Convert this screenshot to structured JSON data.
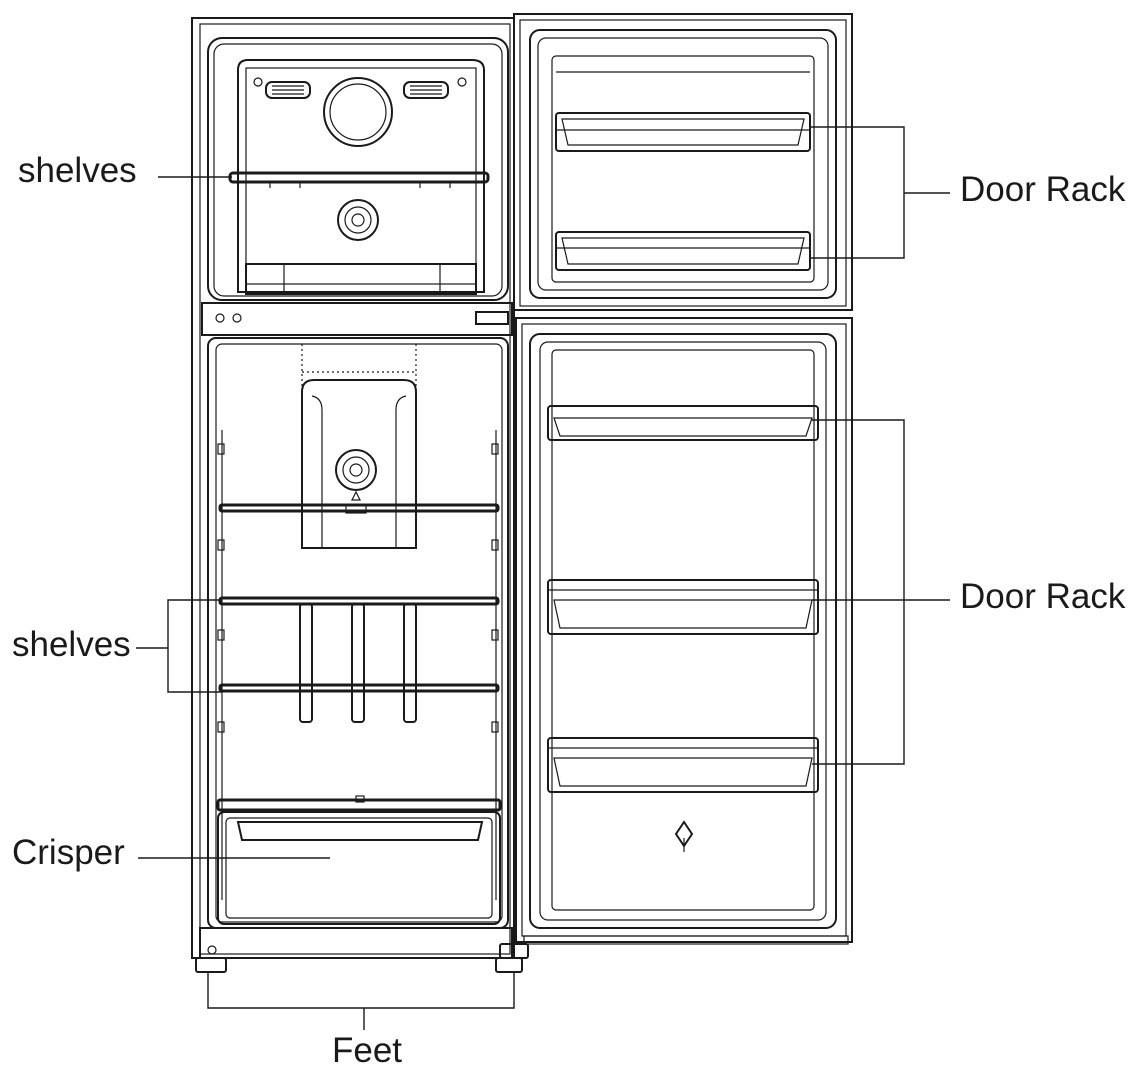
{
  "labels": {
    "freezer_shelves": "shelves",
    "freezer_door_rack": "Door Rack",
    "fridge_shelves": "shelves",
    "fridge_door_rack": "Door Rack",
    "crisper": "Crisper",
    "feet": "Feet"
  }
}
